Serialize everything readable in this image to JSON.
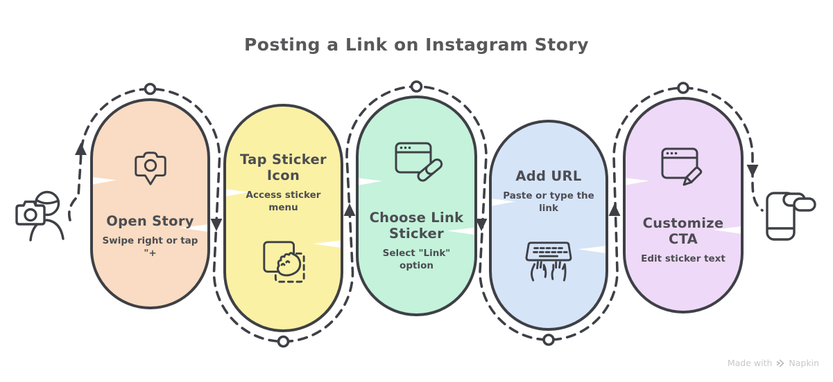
{
  "title": "Posting a Link on Instagram Story",
  "colors": {
    "ink": "#3E4046",
    "text": "#4C4D52",
    "title_text": "#58585B",
    "background": "#FFFFFF",
    "watermark_text": "#C8C8CA"
  },
  "flow": {
    "start_icon": "person-with-camera",
    "end_icon": "phone-with-link",
    "direction": "left-to-right serpentine dashed path with node dots and arrows"
  },
  "steps": [
    {
      "title": "Open Story",
      "subtitle": "Swipe right or tap \"+",
      "fill": "#F9DCC3",
      "icon": "story-camera-icon"
    },
    {
      "title": "Tap Sticker Icon",
      "subtitle": "Access sticker menu",
      "fill": "#FAF1A5",
      "icon": "sticker-peel-hand-icon"
    },
    {
      "title": "Choose Link Sticker",
      "subtitle": "Select \"Link\" option",
      "fill": "#C4F2DB",
      "icon": "browser-link-icon"
    },
    {
      "title": "Add URL",
      "subtitle": "Paste or type the link",
      "fill": "#D6E4F8",
      "icon": "keyboard-hands-icon"
    },
    {
      "title": "Customize CTA",
      "subtitle": "Edit sticker text",
      "fill": "#EFD9F8",
      "icon": "browser-edit-icon"
    }
  ],
  "watermark": {
    "prefix": "Made with",
    "brand": "Napkin"
  }
}
